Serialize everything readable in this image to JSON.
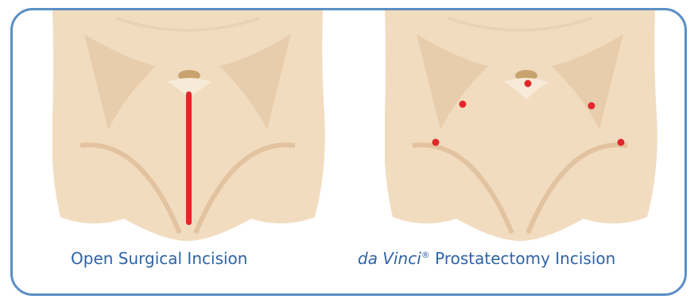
{
  "captions": {
    "left": "Open Surgical Incision",
    "right_italic": "da Vinci",
    "right_mark": "®",
    "right_rest": " Prostatectomy Incision"
  },
  "colors": {
    "skin": "#f2dcc0",
    "skin_shadow": "#e3c39f",
    "navel": "#c9a36f",
    "incision_red": "#e0282b",
    "frame_blue": "#5b8ec4",
    "text_blue": "#2f63a6"
  }
}
